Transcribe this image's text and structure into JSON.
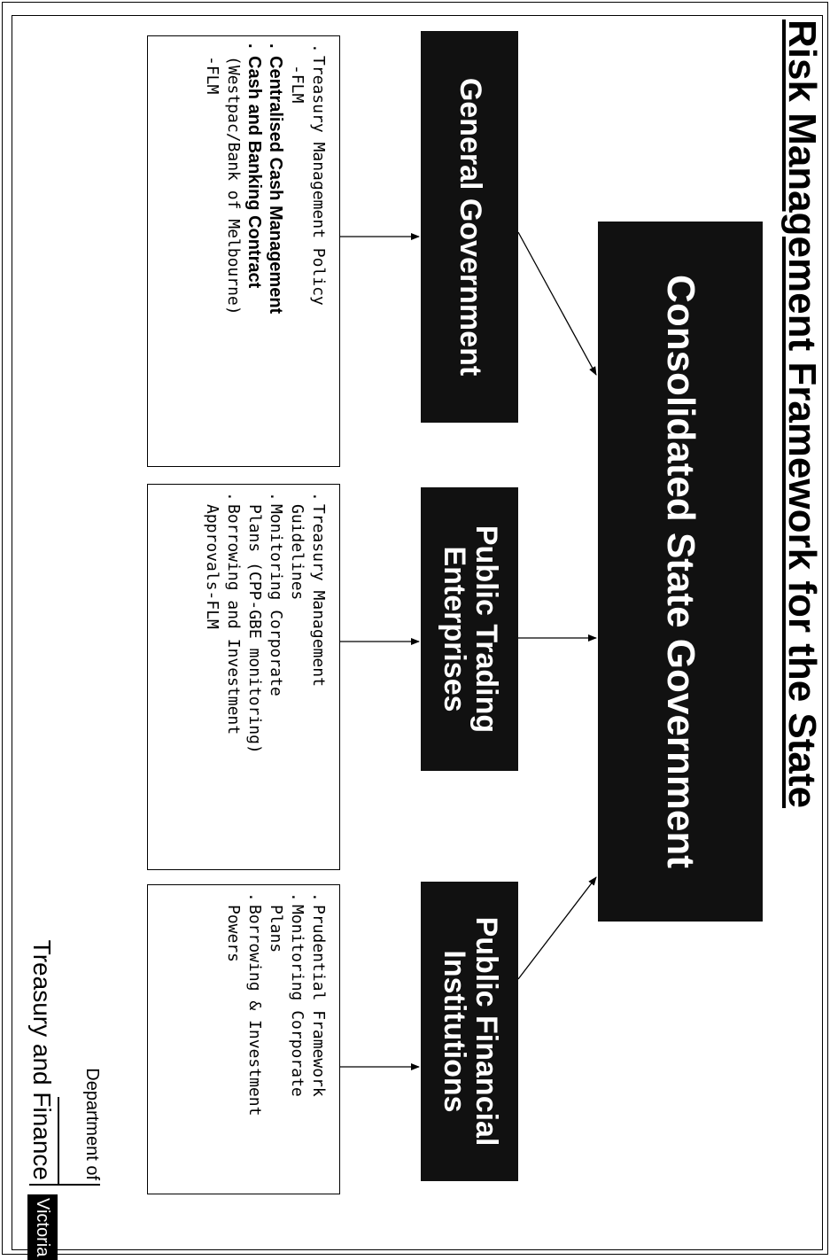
{
  "title": "Risk Management Framework for the State",
  "main_entity": "Consolidated State Government",
  "sectors": [
    {
      "name": "General Government",
      "items": [
        {
          "bullet": ".",
          "text": "Treasury Management Policy",
          "bold": false
        },
        {
          "bullet": "",
          "text": "-FLM",
          "bold": false
        },
        {
          "bullet": ".",
          "text": "Centralised Cash Management",
          "bold": true
        },
        {
          "bullet": ".",
          "text": "Cash and Banking Contract",
          "bold": true
        },
        {
          "bullet": "",
          "text": "(Westpac/Bank of Melbourne)",
          "bold": false
        },
        {
          "bullet": "",
          "text": "-FLM",
          "bold": false
        }
      ]
    },
    {
      "name_line1": "Public Trading",
      "name_line2": "Enterprises",
      "items": [
        {
          "bullet": ".",
          "text": "Treasury Management"
        },
        {
          "bullet": "",
          "text": "Guidelines"
        },
        {
          "bullet": ".",
          "text": "Monitoring Corporate"
        },
        {
          "bullet": "",
          "text": "Plans (CPP-GBE monitoring)"
        },
        {
          "bullet": ".",
          "text": "Borrowing and Investment"
        },
        {
          "bullet": "",
          "text": "Approvals-FLM"
        }
      ]
    },
    {
      "name_line1": "Public Financial",
      "name_line2": "Institutions",
      "items": [
        {
          "bullet": ".",
          "text": "Prudential Framework"
        },
        {
          "bullet": ".",
          "text": "Monitoring Corporate"
        },
        {
          "bullet": "",
          "text": "Plans"
        },
        {
          "bullet": ".",
          "text": "Borrowing & Investment"
        },
        {
          "bullet": "",
          "text": "Powers"
        }
      ]
    }
  ],
  "footer": {
    "dept_line1": "Department of",
    "dept_line2": "Treasury and Finance",
    "state": "Victoria"
  }
}
